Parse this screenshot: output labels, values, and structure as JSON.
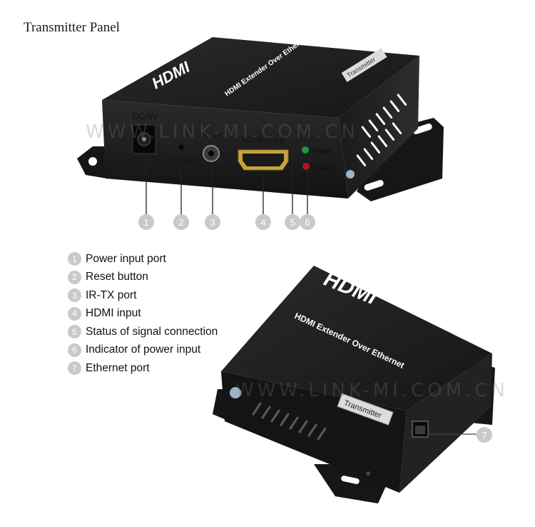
{
  "panel_title": "Transmitter Panel",
  "watermark": "WWW.LINK-MI.COM.CN",
  "device": {
    "brand": "HDMI",
    "product": "HDMI Extender Over Ethernet",
    "tag": "Transmitter"
  },
  "front_labels": {
    "dc": "DC/5V",
    "reset": "Reset",
    "irtx": "IR  TX",
    "hdmi": "HDMI Input",
    "status": "Status",
    "power": "Power"
  },
  "callouts": [
    "1",
    "2",
    "3",
    "4",
    "5",
    "6",
    "7"
  ],
  "legend": [
    {
      "num": "1",
      "text": "Power input port"
    },
    {
      "num": "2",
      "text": "Reset button"
    },
    {
      "num": "3",
      "text": "IR-TX port"
    },
    {
      "num": "4",
      "text": "HDMI input"
    },
    {
      "num": "5",
      "text": "Status of signal connection"
    },
    {
      "num": "6",
      "text": "Indicator of power input"
    },
    {
      "num": "7",
      "text": "Ethernet port"
    }
  ],
  "colors": {
    "device_body": "#1c1c1c",
    "status_led": "#1f9a3a",
    "power_led": "#b01818",
    "hdmi_gold": "#c9a33a",
    "callout": "#c9c9c9"
  }
}
